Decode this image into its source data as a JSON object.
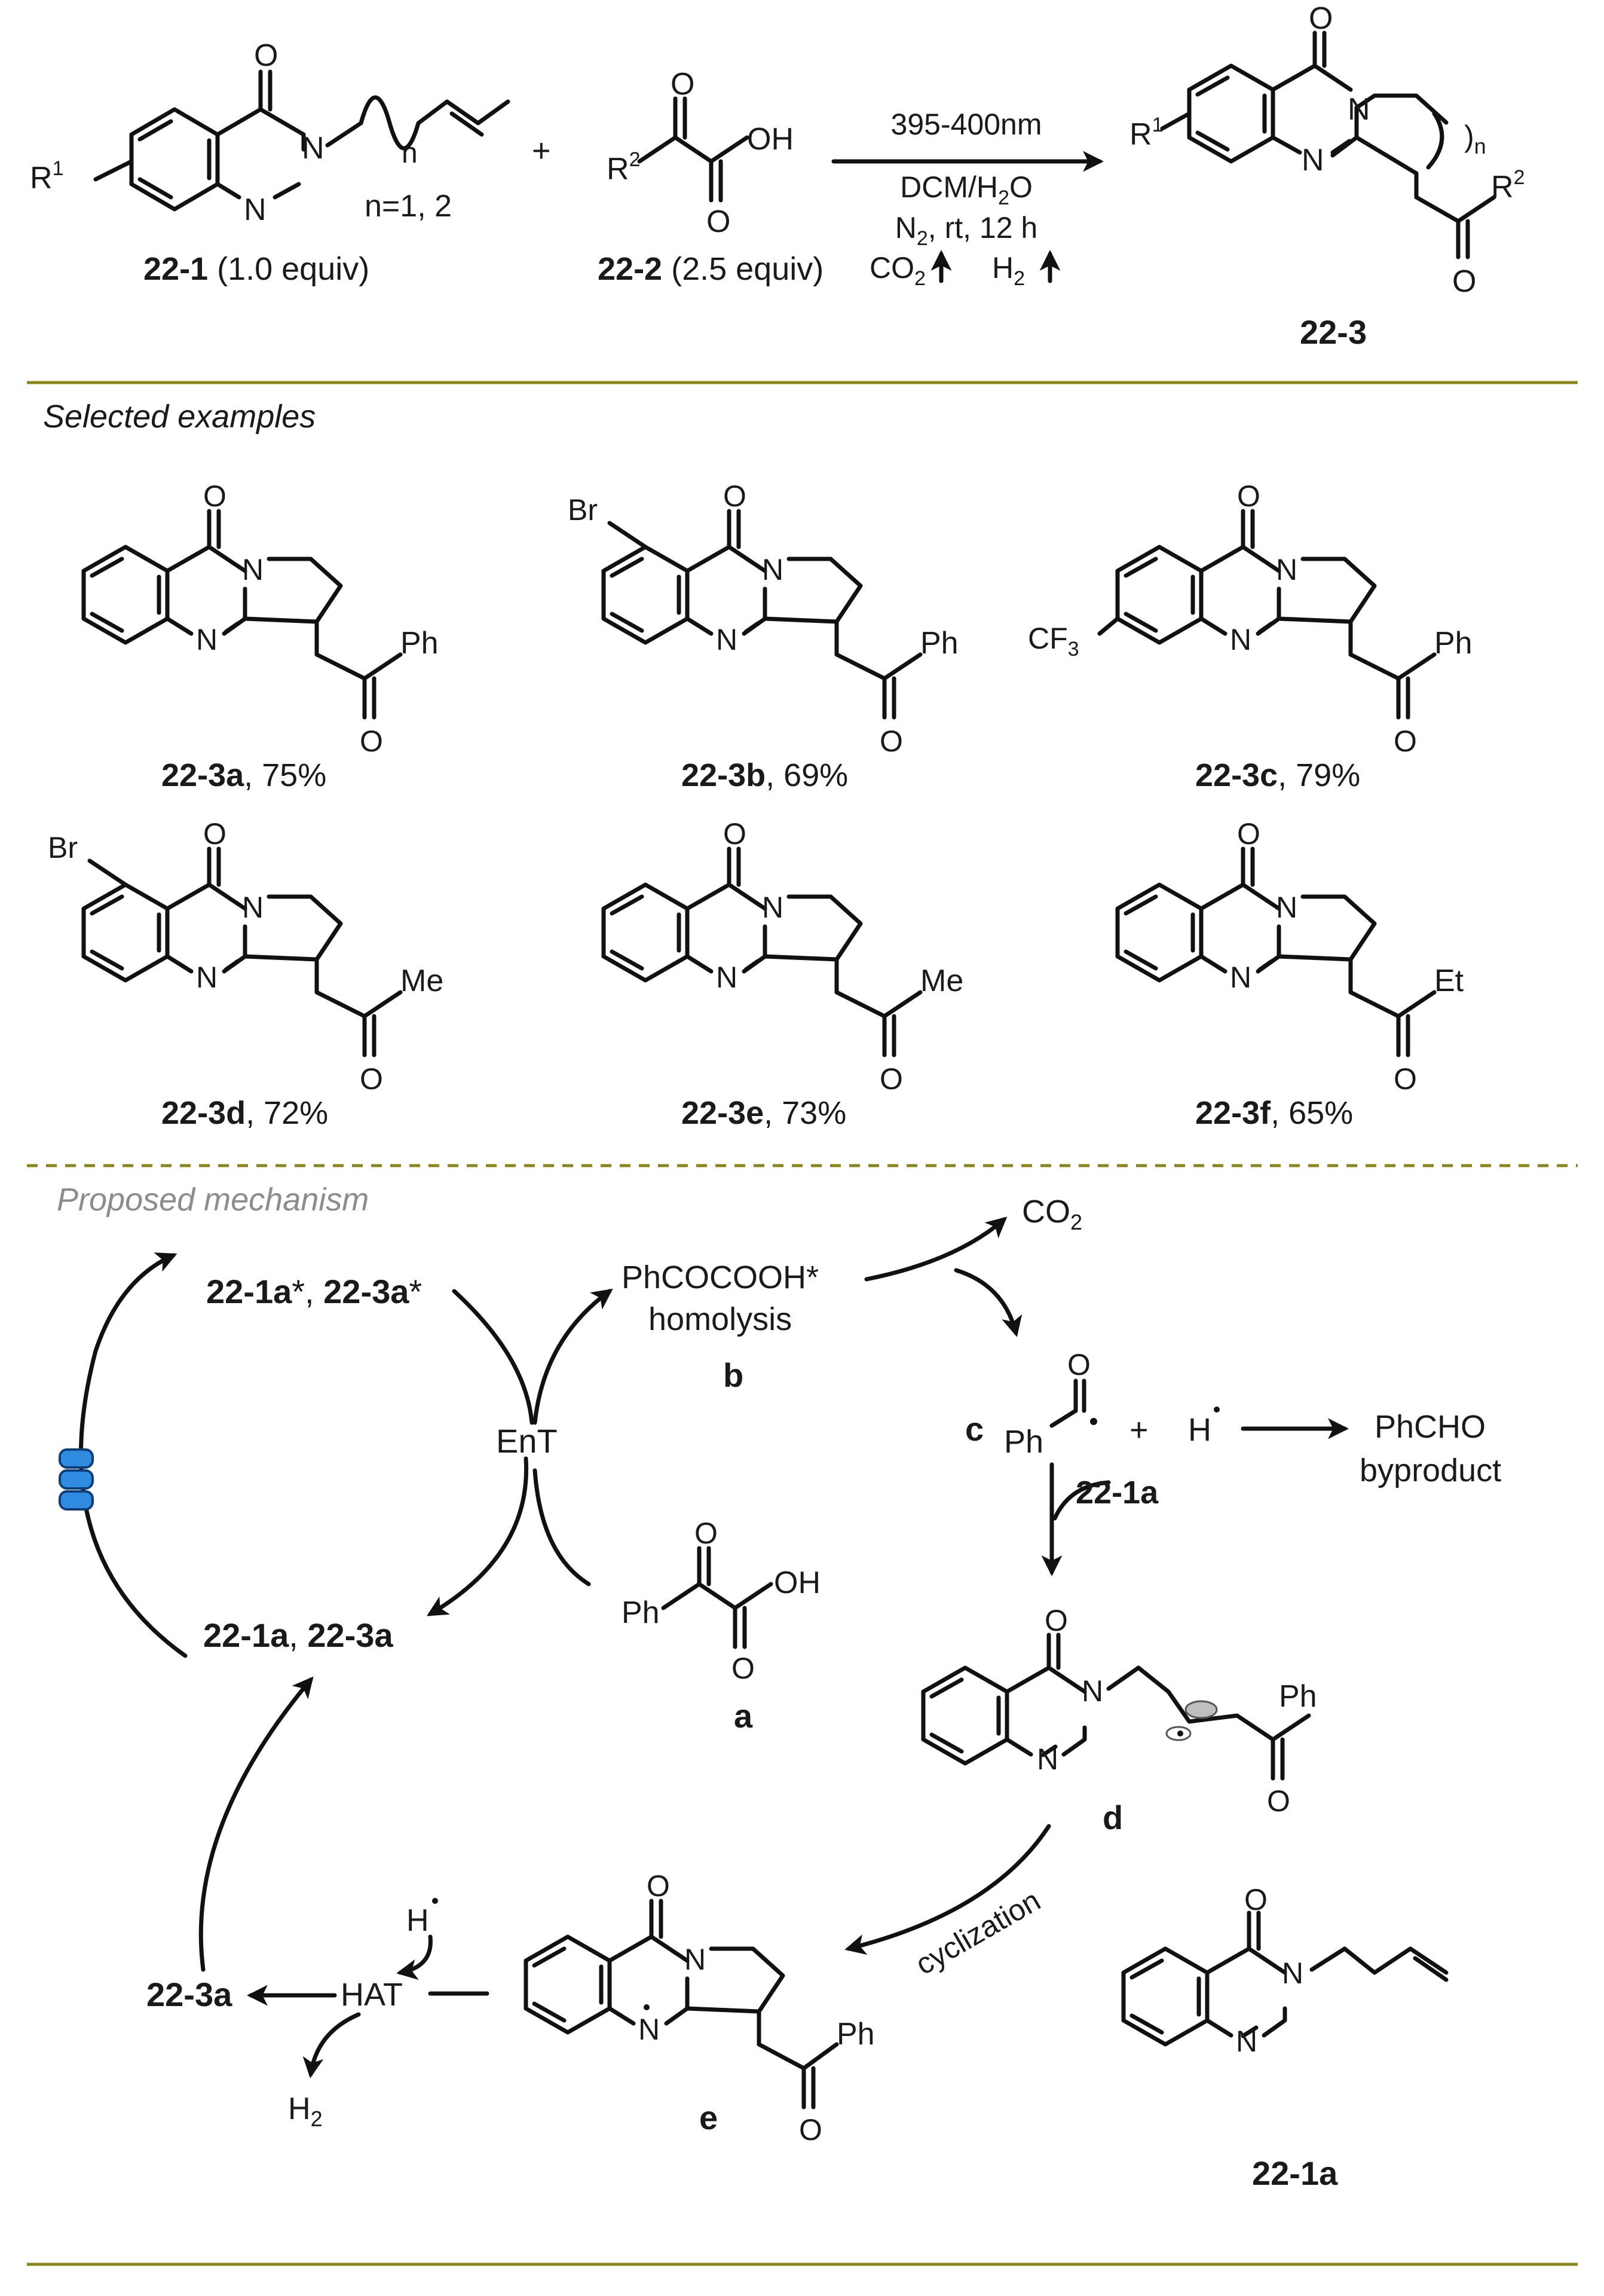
{
  "reaction": {
    "conditions": {
      "light": "395-400nm",
      "solvent": "DCM/H",
      "solvent_sub": "2",
      "solvent_tail": "O",
      "atm": "N",
      "atm_sub": "2",
      "atm_tail": ", rt, 12 h",
      "gas1": "CO",
      "gas1_sub": "2",
      "gas2": "H",
      "gas2_sub": "2"
    },
    "plus": "+",
    "reactant1": {
      "id": "22-1",
      "equiv": " (1.0 equiv)",
      "r_label": "R",
      "r_sup": "1",
      "n_label": "n",
      "n_values": "n=1, 2",
      "atom_O": "O",
      "atom_N1": "N",
      "atom_N2": "N"
    },
    "reactant2": {
      "id": "22-2",
      "equiv": " (2.5 equiv)",
      "r_label": "R",
      "r_sup": "2",
      "atom_O1": "O",
      "atom_O2": "O",
      "oh": "OH"
    },
    "product": {
      "id": "22-3",
      "r1": "R",
      "r1_sup": "1",
      "r2": "R",
      "r2_sup": "2",
      "n_label": "n",
      "atom_O1": "O",
      "atom_O2": "O",
      "atom_N1": "N",
      "atom_N2": "N"
    }
  },
  "examples": {
    "heading": "Selected examples",
    "items": [
      {
        "id": "22-3a",
        "yield": ", 75%",
        "subst": "",
        "ketone": "Ph"
      },
      {
        "id": "22-3b",
        "yield": ", 69%",
        "subst": "Br",
        "ketone": "Ph"
      },
      {
        "id": "22-3c",
        "yield": ", 79%",
        "subst": "CF",
        "subst_sub": "3",
        "ketone": "Ph"
      },
      {
        "id": "22-3d",
        "yield": ", 72%",
        "subst": "Br",
        "ketone": "Me"
      },
      {
        "id": "22-3e",
        "yield": ", 73%",
        "subst": "",
        "ketone": "Me"
      },
      {
        "id": "22-3f",
        "yield": ", 65%",
        "subst": "",
        "ketone": "Et"
      }
    ],
    "atom_O": "O",
    "atom_N": "N"
  },
  "mechanism": {
    "heading": "Proposed mechanism",
    "excited": {
      "a": "22-1a",
      "a_star": "*, ",
      "b": "22-3a",
      "b_star": "*"
    },
    "ground": {
      "a": "22-1a",
      "sep": ", ",
      "b": "22-3a"
    },
    "ent": "EnT",
    "b_species": "PhCOCOOH*",
    "b_note": "homolysis",
    "b_label": "b",
    "co2": "CO",
    "co2_sub": "2",
    "c_label": "c",
    "c_ph": "Ph",
    "c_o": "O",
    "plus": "+",
    "h_radical": "H",
    "phcho": "PhCHO",
    "byproduct": "byproduct",
    "reagent": "22-1a",
    "a_label": "a",
    "a_ph": "Ph",
    "a_oh": "OH",
    "d_label": "d",
    "d_ph": "Ph",
    "cyclization": "cyclization",
    "e_label": "e",
    "e_ph": "Ph",
    "hat": "HAT",
    "hat_h": "H",
    "h2": "H",
    "h2_sub": "2",
    "product": "22-3a",
    "structure_label": "22-1a"
  },
  "colors": {
    "rule": "#8b8515",
    "dashed": "#8b8515",
    "lamp": "#2e8be0",
    "grey_heading": "#8c8c8c"
  }
}
